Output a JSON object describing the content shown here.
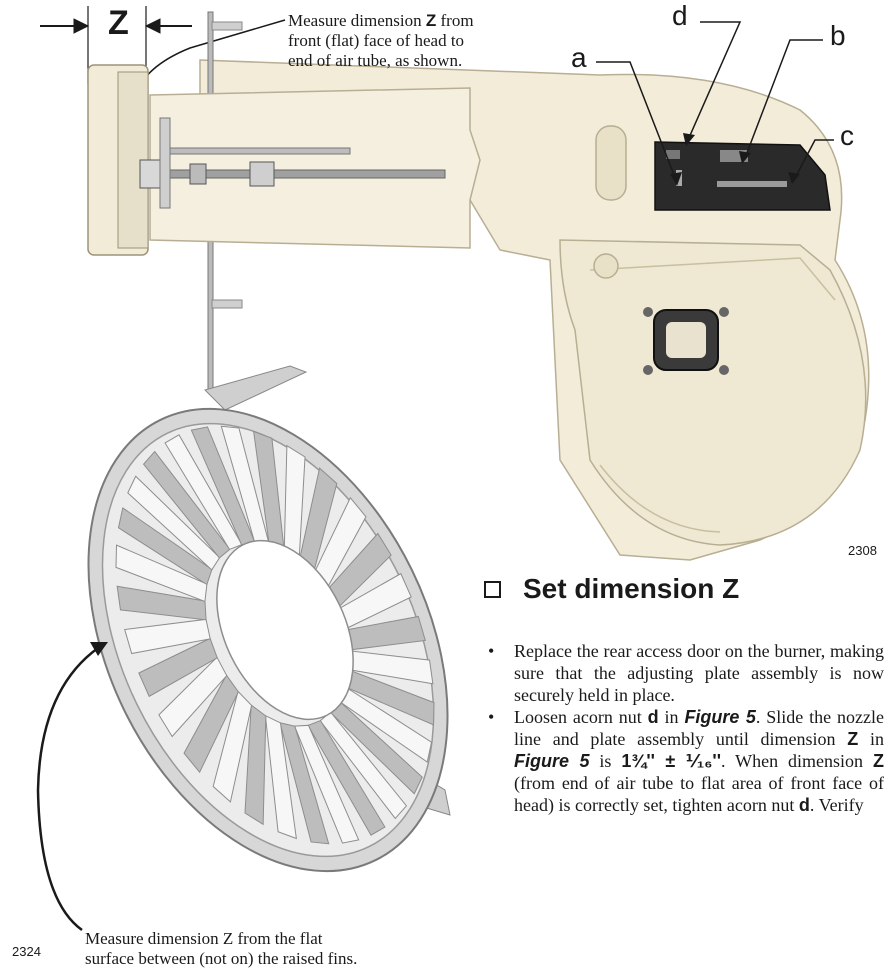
{
  "callouts": {
    "dimension_letter": "Z",
    "top_note": {
      "line1_prefix": "Measure dimension ",
      "line1_bold": "Z",
      "line1_suffix": " from",
      "line2": "front (flat) face of head to",
      "line3": "end of air tube, as shown."
    },
    "letters": {
      "a": "a",
      "b": "b",
      "c": "c",
      "d": "d"
    },
    "figure_numbers": {
      "burner": "2308",
      "head": "2324"
    },
    "bottom_note": {
      "line1": "Measure dimension Z from the flat",
      "line2": "surface between (not on) the raised fins."
    }
  },
  "section": {
    "heading": "Set dimension Z",
    "bullet1": "Replace the rear access door on the burner, making sure that the adjusting plate assembly is now securely held in place.",
    "bullet2": {
      "t1": "Loosen acorn nut ",
      "b1": "d",
      "t2": " in ",
      "i1": "Figure 5",
      "t3": ". Slide the nozzle line and plate assembly until dimension ",
      "b2": "Z",
      "t4": " in ",
      "i2": "Figure 5",
      "t5": " is ",
      "b3": "1¾'' ± ⅟₁₆''",
      "t6": ". When dimension ",
      "b4": "Z",
      "t7": " (from end of air tube to flat area of front face of head) is correctly set, tighten acorn nut ",
      "b5": "d",
      "t8": ". Verify"
    }
  },
  "colors": {
    "housing": "#f2ecd9",
    "housing_shadow": "#d9d0b6",
    "plate": "#2a2a2a",
    "metal": "#c8c8c8",
    "line": "#1a1a1a"
  }
}
